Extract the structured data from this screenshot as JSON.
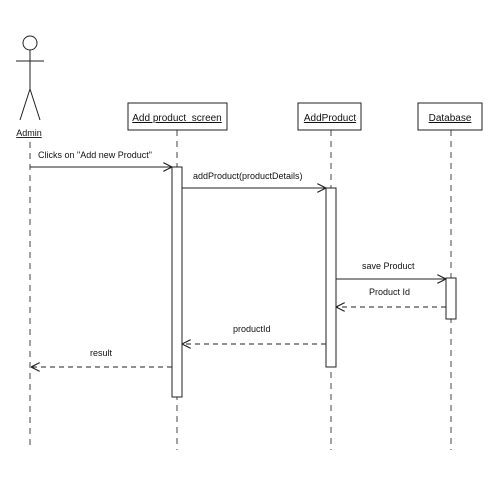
{
  "actor": {
    "name": "Admin"
  },
  "lifelines": [
    {
      "name": "Add product  screen"
    },
    {
      "name": "AddProduct"
    },
    {
      "name": "Database"
    }
  ],
  "messages": [
    {
      "text": "Clicks on \"Add new Product\"",
      "kind": "call"
    },
    {
      "text": "addProduct(productDetails)",
      "kind": "call"
    },
    {
      "text": "save Product",
      "kind": "call"
    },
    {
      "text": "Product Id",
      "kind": "return"
    },
    {
      "text": "productId",
      "kind": "return"
    },
    {
      "text": "result",
      "kind": "return"
    }
  ],
  "colors": {
    "line": "#222222",
    "box_fill": "#ffffff"
  }
}
